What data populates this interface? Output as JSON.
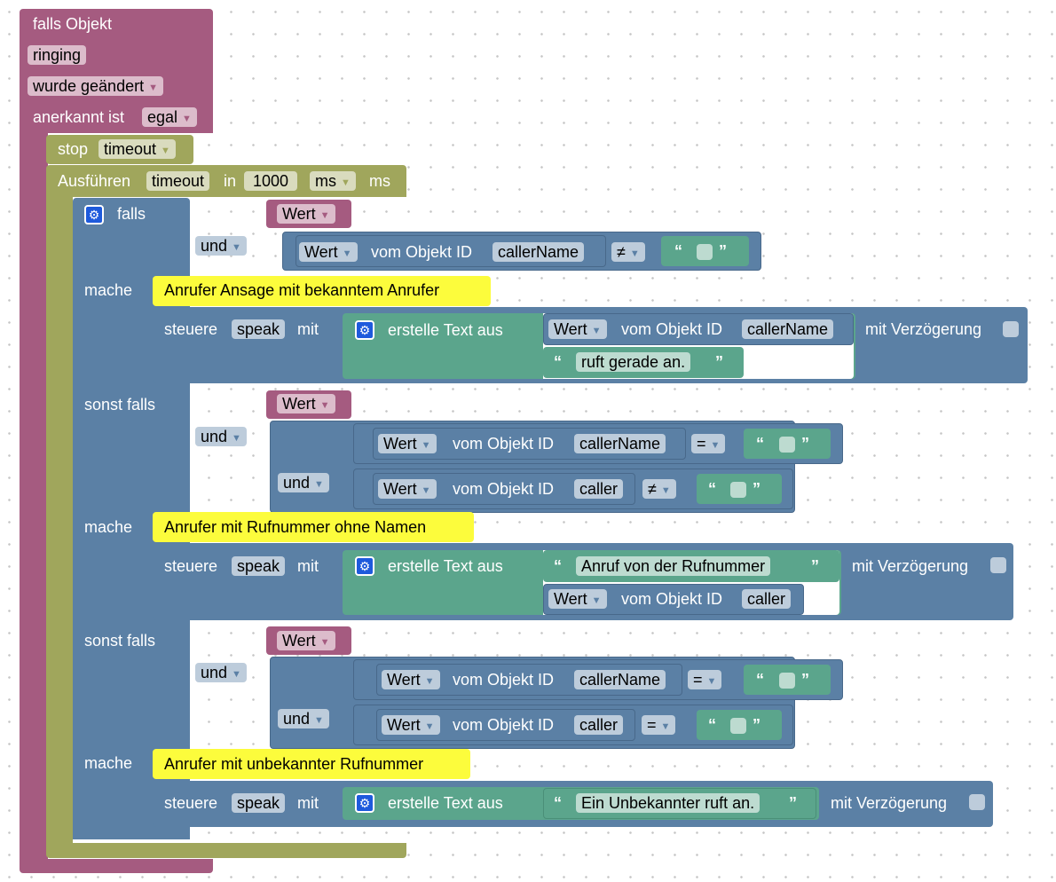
{
  "event": {
    "falls_objekt": "falls Objekt",
    "object": "ringing",
    "changed": "wurde geändert",
    "anerkannt": "anerkannt ist",
    "anerkannt_value": "egal"
  },
  "stop": {
    "label": "stop",
    "value": "timeout"
  },
  "run": {
    "label": "Ausführen",
    "timer": "timeout",
    "in": "in",
    "delay": "1000",
    "unit_select": "ms",
    "unit": "ms"
  },
  "if": {
    "falls": "falls",
    "und": "und",
    "mache": "mache",
    "sonst_falls": "sonst falls",
    "wert": "Wert",
    "vom_objekt": "vom Objekt ID",
    "neq": "≠",
    "eq": "=",
    "ids": {
      "callerName": "callerName",
      "caller": "caller"
    }
  },
  "speak": {
    "steuere": "steuere",
    "target": "speak",
    "mit": "mit",
    "erstelle": "erstelle Text aus",
    "verzoegerung": "mit Verzögerung"
  },
  "texts": {
    "ruft": "ruft gerade an.",
    "anruf": "Anruf von  der Rufnummer",
    "unbekannt": "Ein Unbekannter ruft an."
  },
  "comments": {
    "c1": "Anrufer Ansage mit bekanntem Anrufer",
    "c2": "Anrufer mit Rufnummer ohne Namen",
    "c3": "Anrufer mit unbekannter Rufnummer"
  },
  "colors": {
    "event": "#a55b80",
    "timer": "#a0a65c",
    "logic": "#5b80a5",
    "text": "#5ba58c",
    "comment": "#fcfc3c"
  }
}
